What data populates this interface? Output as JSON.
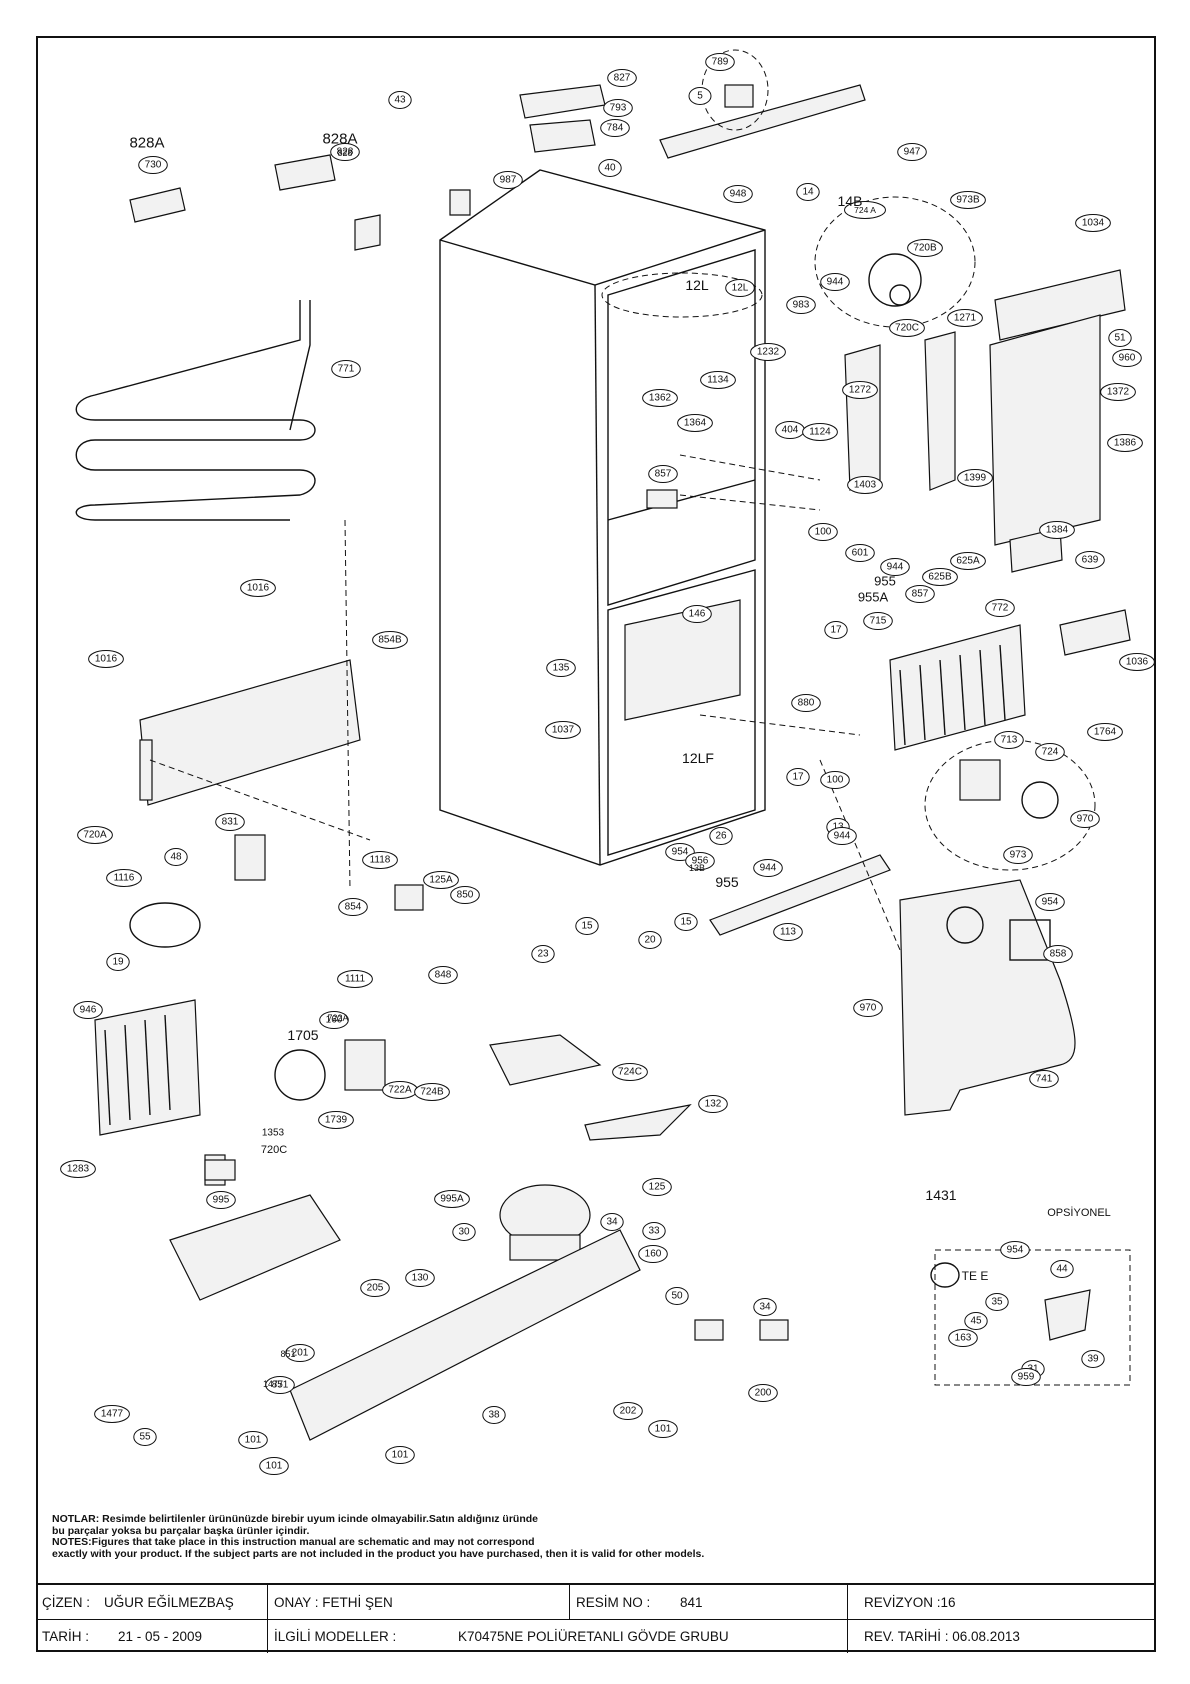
{
  "diagram": {
    "headings": {
      "h828a_left": "828A",
      "h828a_right": "828A",
      "h14b": "14B",
      "h12l": "12L",
      "h12lf": "12LF",
      "h955": "955",
      "h955a": "955A",
      "h955_bottom": "955",
      "h720c": "720C",
      "h1353": "1353",
      "h13b": "13B",
      "h722a": "722A",
      "h1477": "1477",
      "h1705": "1705",
      "h1431": "1431",
      "h_opsiyonel": "OPSİYONEL",
      "h_tee": "TE E",
      "h828": "828",
      "h851": "851"
    },
    "part_numbers": [
      "827",
      "793",
      "784",
      "40",
      "789",
      "5",
      "947",
      "948",
      "987",
      "730",
      "828",
      "771",
      "14",
      "724 A",
      "973B",
      "1034",
      "720B",
      "12L",
      "983",
      "944",
      "720C",
      "1271",
      "51",
      "960",
      "1372",
      "1232",
      "1362",
      "1364",
      "1134",
      "1272",
      "404",
      "1124",
      "1386",
      "857",
      "1403",
      "1399",
      "100",
      "601",
      "944",
      "625A",
      "625B",
      "1384",
      "639",
      "1016",
      "1016",
      "854B",
      "146",
      "135",
      "1037",
      "857",
      "17",
      "715",
      "772",
      "1036",
      "880",
      "1764",
      "713",
      "724",
      "970",
      "973",
      "720A",
      "831",
      "48",
      "1116",
      "1118",
      "125A",
      "850",
      "854",
      "19",
      "1111",
      "23",
      "17",
      "100",
      "13",
      "944",
      "26",
      "954",
      "956",
      "944",
      "15",
      "113",
      "20",
      "15",
      "954",
      "858",
      "970",
      "741",
      "946",
      "848",
      "160",
      "722A",
      "724B",
      "1739",
      "724C",
      "132",
      "1283",
      "995",
      "995A",
      "30",
      "125",
      "34",
      "33",
      "160",
      "130",
      "50",
      "205",
      "34",
      "200",
      "201",
      "851",
      "1477",
      "55",
      "38",
      "202",
      "101",
      "101",
      "101",
      "101",
      "954",
      "44",
      "35",
      "45",
      "163",
      "39",
      "31",
      "959",
      "43"
    ]
  },
  "notes": {
    "line1": "NOTLAR: Resimde belirtilenler ürününüzde birebir  uyum icinde olmayabilir.Satın aldığınız üründe",
    "line2": "bu parçalar yoksa bu parçalar başka ürünler içindir.",
    "line3": "NOTES:Figures that take place in this instruction manual are schematic  and may not correspond",
    "line4": "exactly with your product. If the subject parts are not included in the product you have purchased, then it is valid for other models."
  },
  "title_block": {
    "cizen_label": "ÇİZEN :",
    "cizen_value": "UĞUR EĞİLMEZBAŞ",
    "onay": "ONAY : FETHİ ŞEN",
    "resim_no_label": "RESİM NO :",
    "resim_no_value": "841",
    "revizyon": "REVİZYON :16",
    "tarih_label": "TARİH :",
    "tarih_value": "21 - 05 - 2009",
    "ilgili_label": "İLGİLİ MODELLER :",
    "ilgili_value": "K70475NE POLİÜRETANLI GÖVDE GRUBU",
    "rev_tarihi": "REV. TARİHİ : 06.08.2013"
  }
}
